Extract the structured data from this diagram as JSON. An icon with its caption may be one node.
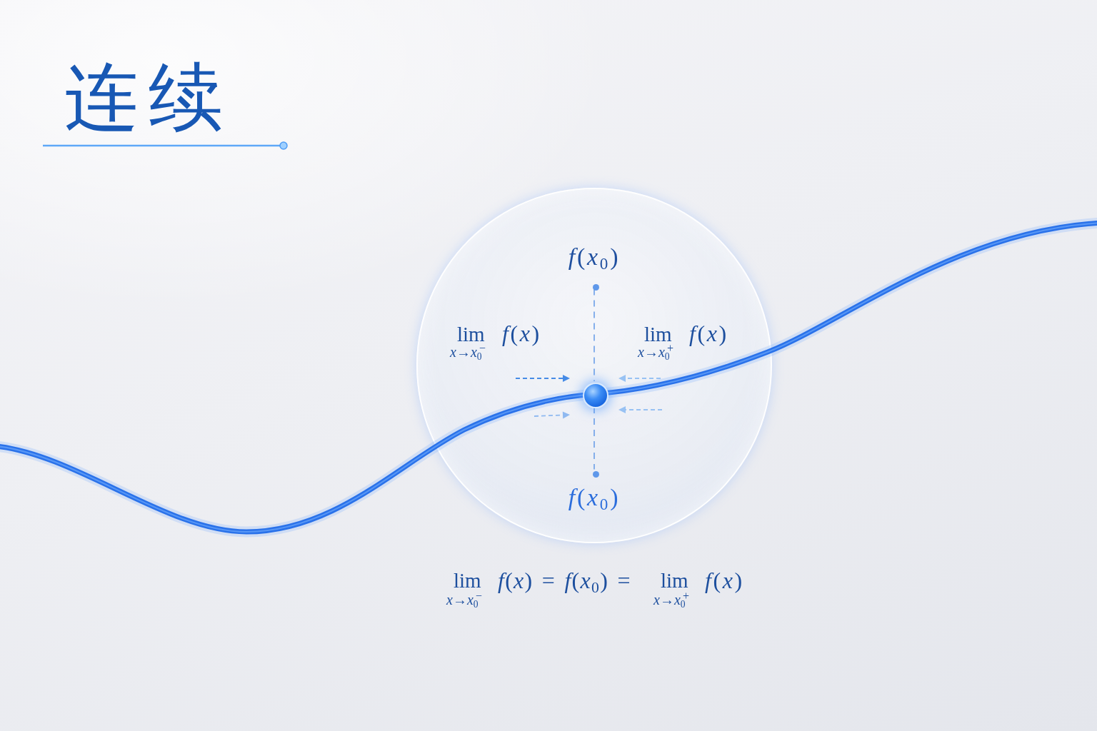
{
  "diagram": {
    "title": "连续",
    "nodes": [
      {
        "text": [],
        "shape": "circle"
      },
      {
        "text": [],
        "shape": "circle",
        "in": 0,
        "beside": [
          "*f*(*x*$_{0}$)"
        ]
      },
      {
        "text": [],
        "shape": "circle",
        "in": 0
      },
      {
        "text": [],
        "shape": "circle",
        "in": 0,
        "beside": [
          "*f*(*x*$_{0}$)"
        ]
      }
    ],
    "edges": [
      {
        "from": 1,
        "to": 2,
        "arrow": "none",
        "style": "dashed"
      },
      {
        "from": 2,
        "to": 3,
        "arrow": "none",
        "style": "dashed"
      }
    ],
    "labels": [
      "lim",
      "*x*→*x*$_{0}$$^{−}$",
      "*f*(*x*)",
      "lim",
      "*x*→*x*$_{0}$$^{+}$",
      "*f*(*x*)",
      "lim",
      "*x*→*x*$_{0}$$^{−}$",
      "*f*(*x*) = *f*(*x*$_{0}$) =",
      "lim",
      "*x*→*x*$_{0}$$^{+}$",
      "*f*(*x*)"
    ]
  }
}
